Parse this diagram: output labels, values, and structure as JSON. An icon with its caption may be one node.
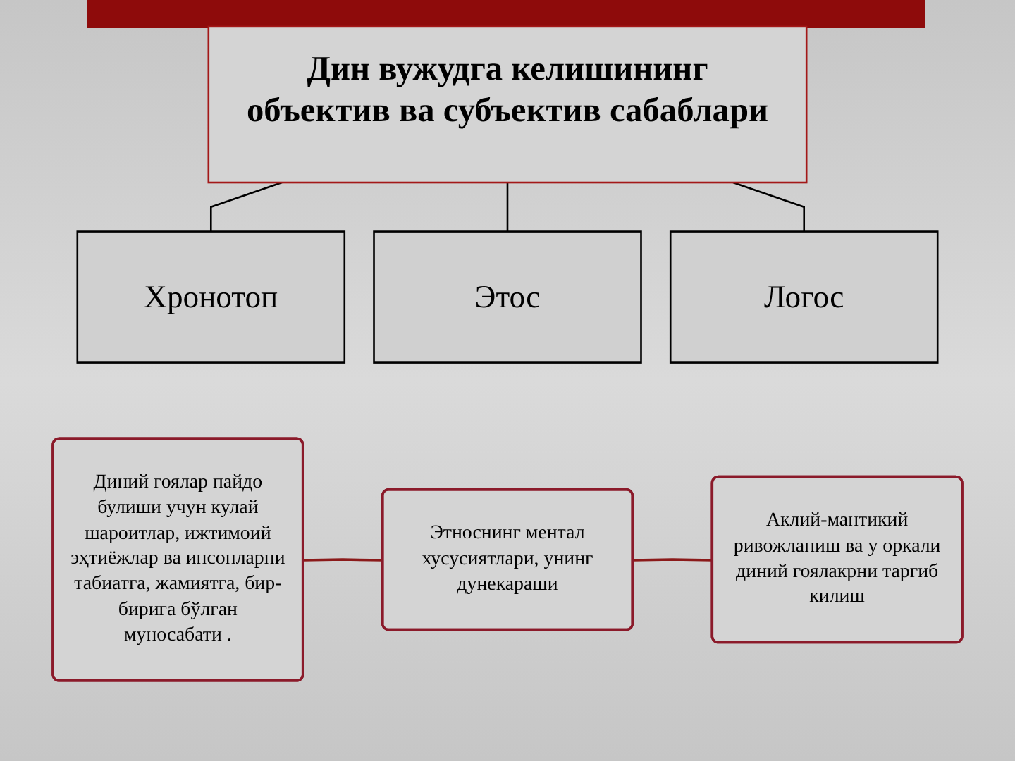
{
  "diagram": {
    "nodes": [
      {
        "text": [
          "Дин вужудга келишининг объектив ва субъектив сабаблари"
        ]
      },
      {
        "text": [
          "Хронотоп"
        ]
      },
      {
        "text": [
          "Этос"
        ]
      },
      {
        "text": [
          "Логос"
        ]
      },
      {
        "text": [
          "Диний гоялар пайдо булиши учун кулай шароитлар, ижтимоий эҳтиёжлар ва инсонларни табиатга, жамиятга, бир-бирига бўлган муносабати ."
        ]
      },
      {
        "text": [
          "Этноснинг ментал хусусиятлари, унинг дунекараши"
        ]
      },
      {
        "text": [
          "Аклий-мантикий ривожланиш ва у оркали диний гоялакрни таргиб килиш"
        ]
      }
    ],
    "edges": [
      {
        "from": 0,
        "to": 1,
        "arrow": "none"
      },
      {
        "from": 0,
        "to": 2,
        "arrow": "none"
      },
      {
        "from": 0,
        "to": 3,
        "arrow": "none"
      },
      {
        "from": 4,
        "to": 5,
        "arrow": "none",
        "color": "#8b1a1a"
      },
      {
        "from": 5,
        "to": 6,
        "arrow": "none",
        "color": "#8b1a1a"
      }
    ]
  }
}
